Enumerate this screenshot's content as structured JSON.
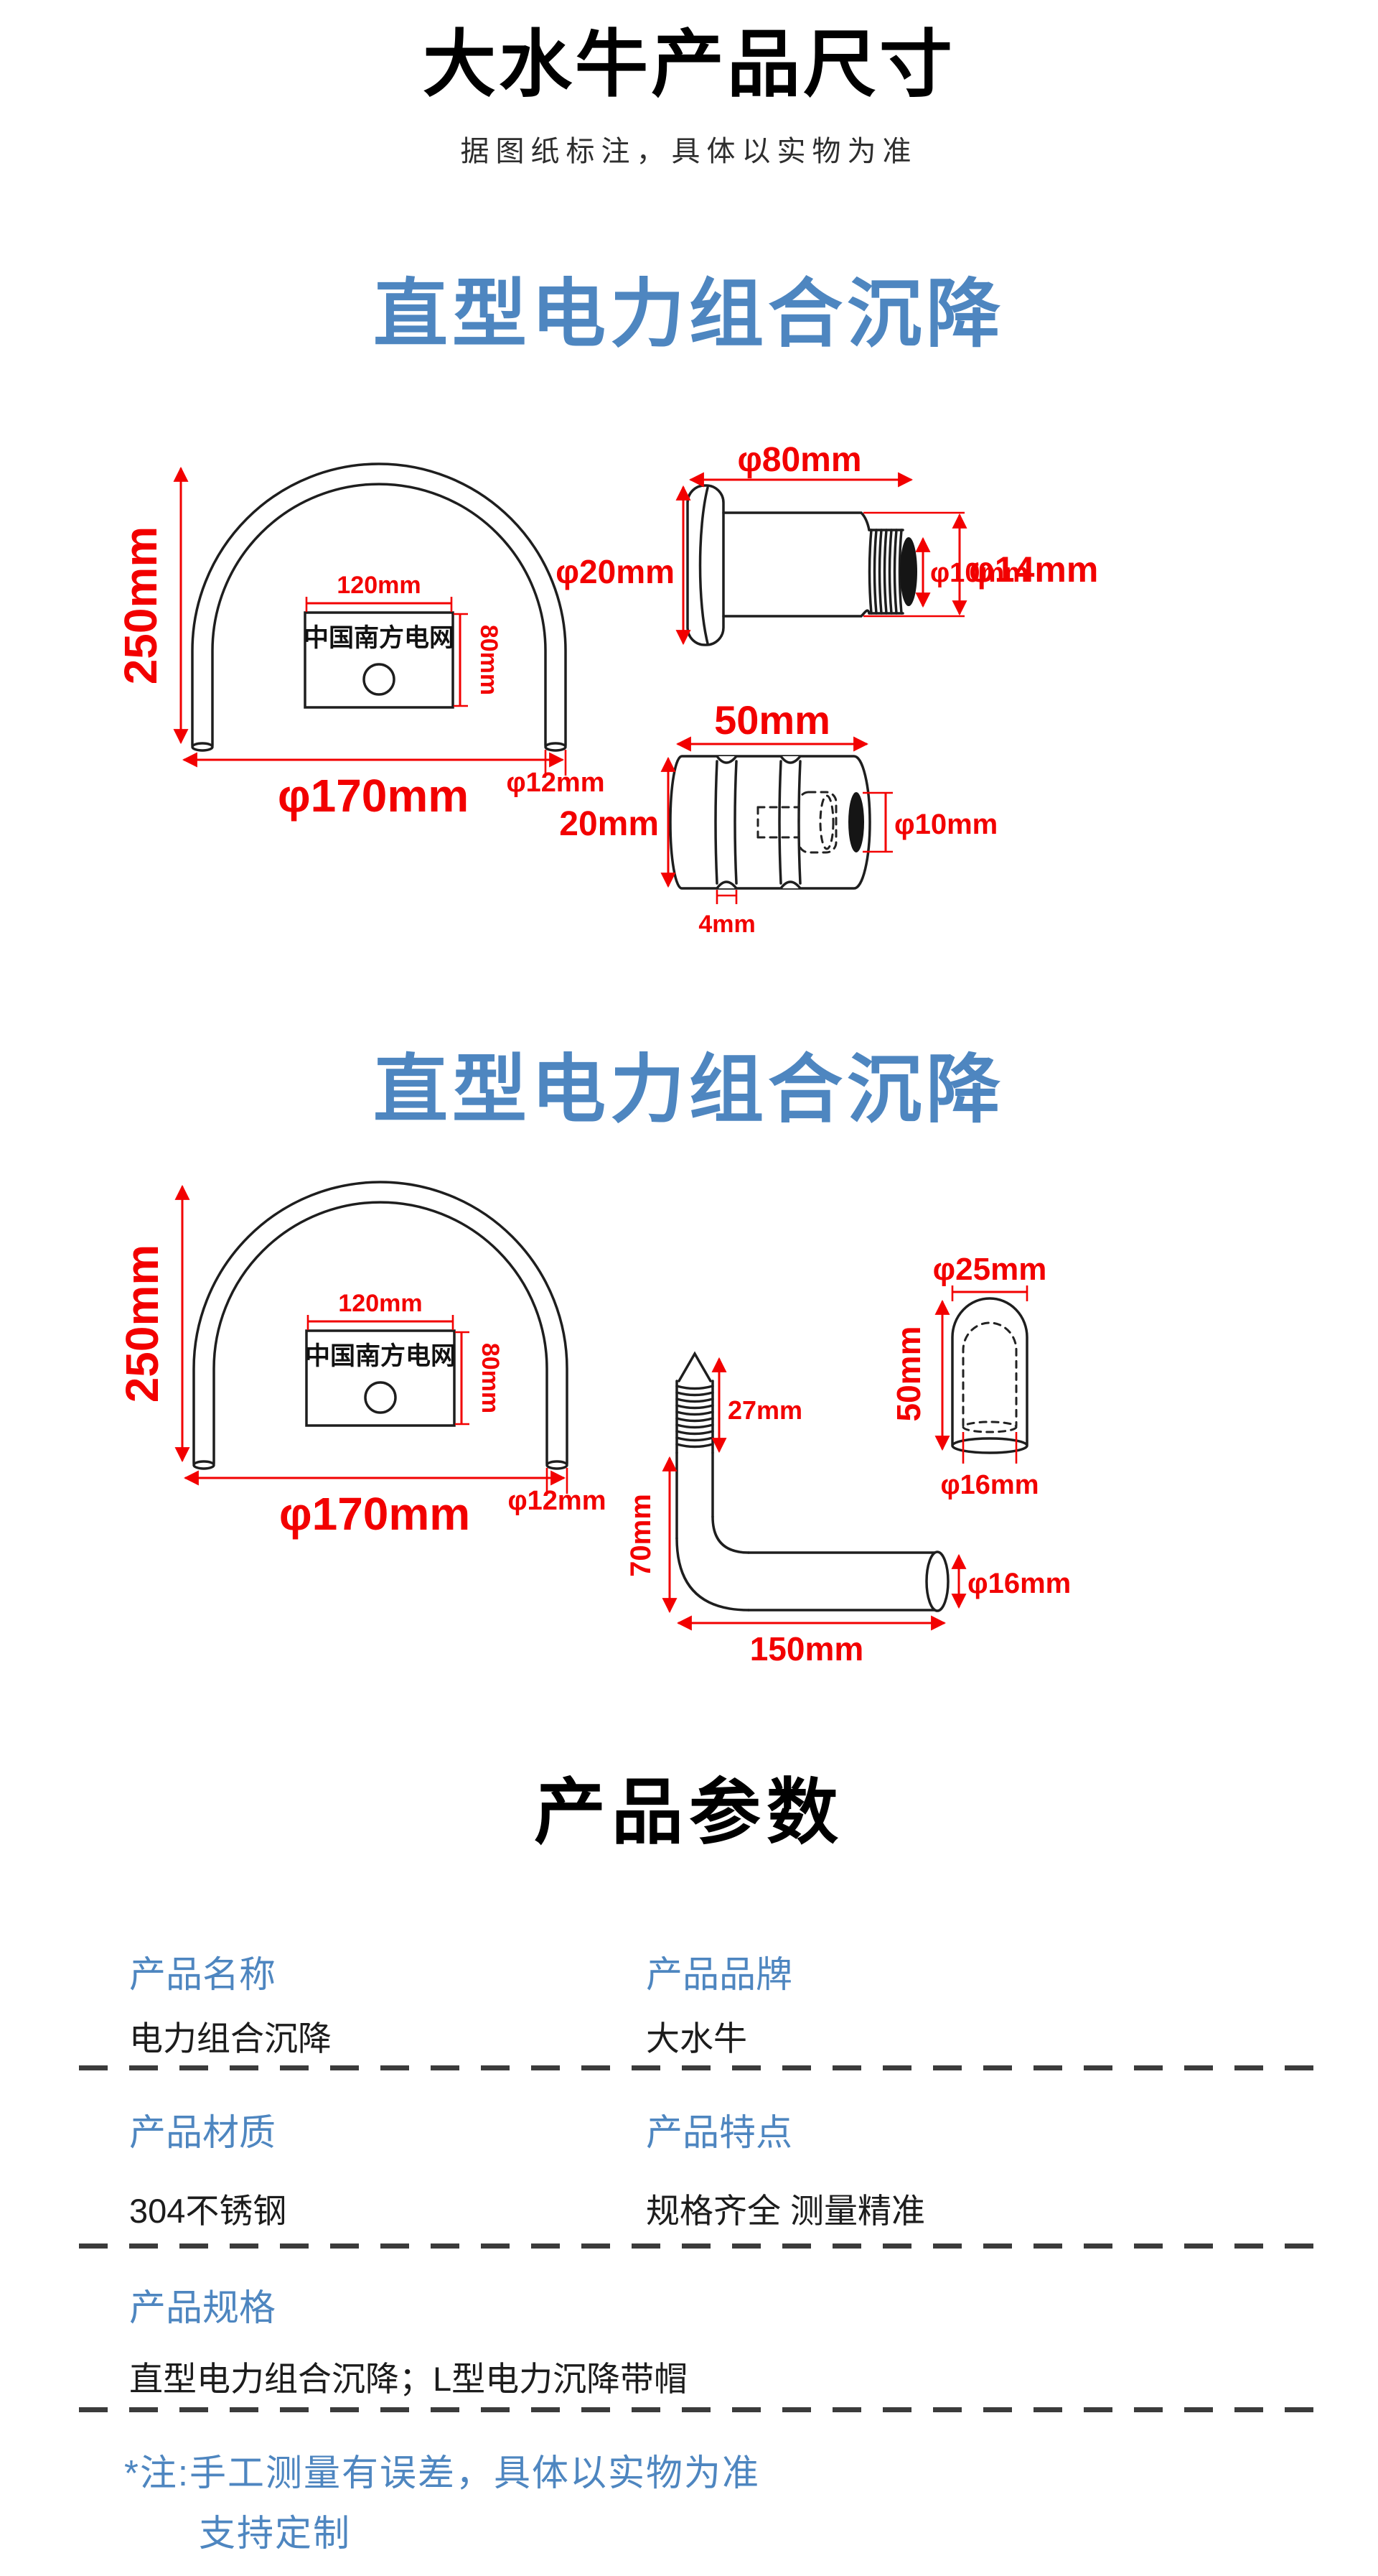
{
  "header": {
    "title": "大水牛产品尺寸",
    "subtitle": "据图纸标注，具体以实物为准"
  },
  "sections": {
    "s1_heading": "直型电力组合沉降",
    "s2_heading": "直型电力组合沉降",
    "params_heading": "产品参数"
  },
  "drawing_utube": {
    "height": "250mm",
    "outer_width": "φ170mm",
    "tube_dia": "φ12mm",
    "plate_width": "120mm",
    "plate_height": "80mm",
    "plate_label": "中国南方电网"
  },
  "drawing_bolt": {
    "length": "φ80mm",
    "flange_dia": "φ20mm",
    "thread_hole_dia": "φ10mm",
    "outer_dia": "φ14mm"
  },
  "drawing_coupler": {
    "length": "50mm",
    "dia": "20mm",
    "groove": "4mm",
    "hole_dia": "φ10mm"
  },
  "drawing_lpipe": {
    "thread_length": "27mm",
    "vertical_height": "70mm",
    "horizontal_length": "150mm",
    "pipe_dia": "φ16mm"
  },
  "drawing_cap": {
    "outer_dia": "φ25mm",
    "height": "50mm",
    "inner_dia": "φ16mm"
  },
  "params": {
    "rows": [
      {
        "label": "产品名称",
        "value": "电力组合沉降"
      },
      {
        "label": "产品品牌",
        "value": "大水牛"
      },
      {
        "label": "产品材质",
        "value": "304不锈钢"
      },
      {
        "label": "产品特点",
        "value": "规格齐全 测量精准"
      },
      {
        "label": "产品规格",
        "value": "直型电力组合沉降；L型电力沉降带帽"
      }
    ],
    "note_line1": "*注:手工测量有误差，具体以实物为准",
    "note_line2": "支持定制"
  },
  "colors": {
    "accent_blue": "#4E86C0",
    "dim_red": "#F20000",
    "line_black": "#1E1E1E"
  }
}
